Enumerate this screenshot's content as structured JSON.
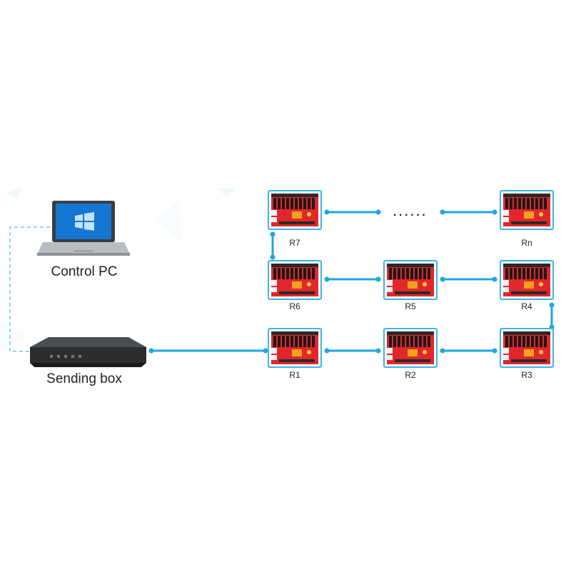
{
  "devices": {
    "control_pc": "Control PC",
    "sending_box": "Sending box"
  },
  "receivers": {
    "r1": "R1",
    "r2": "R2",
    "r3": "R3",
    "r4": "R4",
    "r5": "R5",
    "r6": "R6",
    "r7": "R7",
    "rn": "Rn",
    "ellipsis": "......"
  },
  "colors": {
    "cable": "#1ea7e1",
    "dashed_link": "#8fd3f2",
    "card_red": "#e3262b",
    "card_frame": "#3bb4ea",
    "box_body": "#2b2d2f",
    "laptop_screen": "#1677d2"
  }
}
